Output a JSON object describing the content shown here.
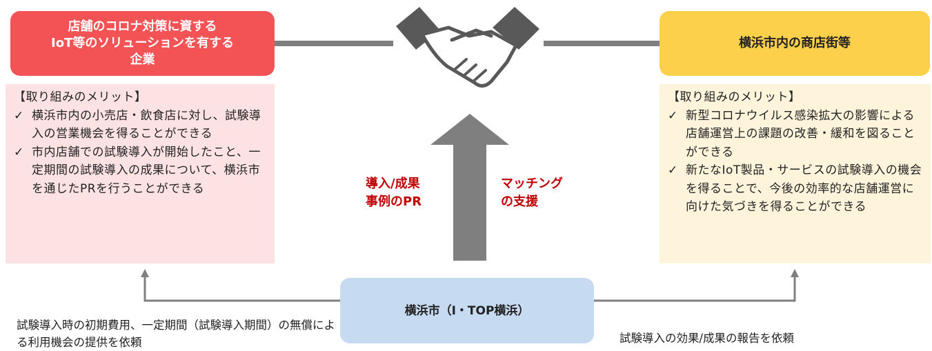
{
  "companies": {
    "title_lines": [
      "店舗のコロナ対策に資する",
      "IoT等のソリューションを有する",
      "企業"
    ],
    "color": "#f45356",
    "merits_title": "【取り組みのメリット】",
    "merits": [
      "横浜市内の小売店・飲食店に対し、試験導入の営業機会を得ることができる",
      "市内店舗での試験導入が開始したこと、一定期間の試験導入の成果について、横浜市を通じたPRを行うことができる"
    ]
  },
  "shopping_districts": {
    "title": "横浜市内の商店街等",
    "color": "#fdd04b",
    "merits_title": "【取り組みのメリット】",
    "merits": [
      "新型コロナウイルス感染拡大の影響による店舗運営上の課題の改善・緩和を図ることができる",
      "新たなIoT製品・サービスの試験導入の機会を得ることで、今後の効率的な店舗運営に向けた気づきを得ることができる"
    ]
  },
  "city": {
    "title": "横浜市（I・TOP横浜）",
    "color": "#c6daf1"
  },
  "support_labels": {
    "pr": [
      "導入/成果",
      "事例のPR"
    ],
    "matching": [
      "マッチング",
      "の支援"
    ]
  },
  "requests": {
    "to_companies": "試験導入時の初期費用、一定期間（試験導入期間）の無償による利用機会の提供を依頼",
    "to_districts": "試験導入の効果/成果の報告を依頼"
  },
  "check_mark": "✓",
  "handshake_icon": "handshake-icon"
}
